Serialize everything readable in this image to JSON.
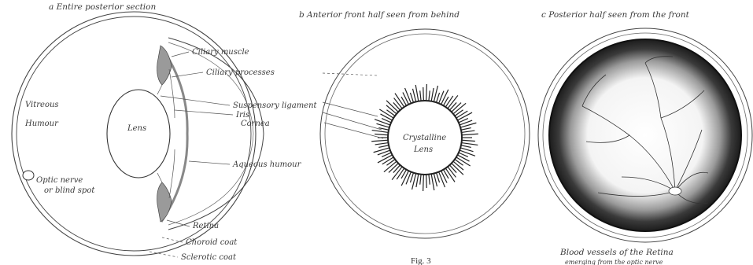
{
  "figure_label": "Fig. 3",
  "panels": {
    "a": {
      "caption": "a  Entire  posterior  section",
      "labels": {
        "ciliary_muscle": "Ciliary muscle",
        "ciliary_processes": "Ciliary processes",
        "vitreous_line1": "Vitreous",
        "vitreous_line2": "Humour",
        "lens": "Lens",
        "suspensory_ligament": "Suspensory ligament",
        "iris": "Iris",
        "cornea": "Cornea",
        "aqueous_humour": "Aqueous humour",
        "optic_nerve_line1": "Optic nerve",
        "optic_nerve_line2": "or blind spot",
        "retina": "Retina",
        "choroid_coat": "Choroid coat",
        "sclerotic_coat": "Sclerotic coat"
      }
    },
    "b": {
      "caption": "b  Anterior front half seen from behind",
      "labels": {
        "crystalline_line1": "Crystalline",
        "crystalline_line2": "Lens"
      }
    },
    "c": {
      "caption": "c  Posterior half seen from the front",
      "bottom_caption_line1": "Blood vessels of the Retina",
      "bottom_caption_line2": "emerging from the optic nerve"
    }
  },
  "colors": {
    "ink": "#3a3a3a",
    "stipple": "#1a1a1a"
  }
}
